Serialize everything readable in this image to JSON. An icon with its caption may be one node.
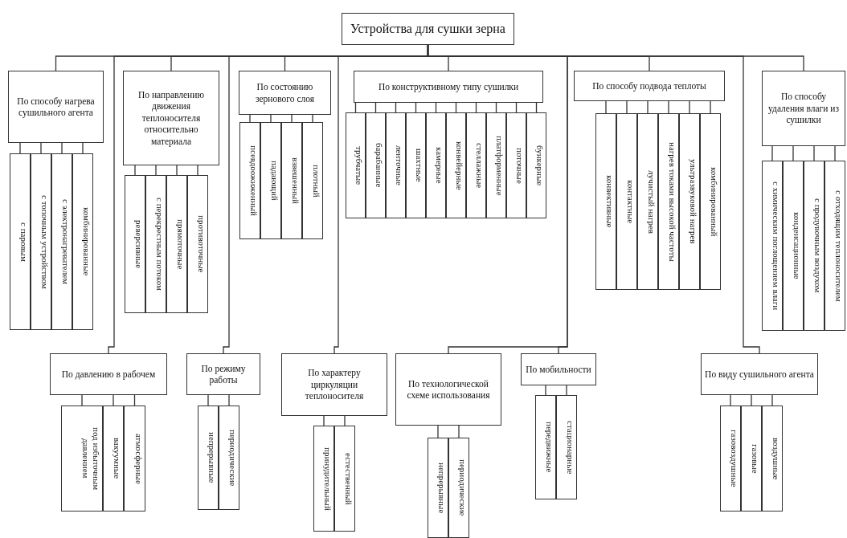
{
  "diagram": {
    "nodes": [
      {
        "text": [
          "Устройства для сушки зерна"
        ]
      },
      {
        "text": [
          "По способу нагрева сушильного агента"
        ]
      },
      {
        "text": [
          "с паровым"
        ]
      },
      {
        "text": [
          "с топочным устройством"
        ]
      },
      {
        "text": [
          "с электронагревателем"
        ]
      },
      {
        "text": [
          "комбинированные"
        ]
      },
      {
        "text": [
          "По направлению движения теплоносителя относительно материала"
        ]
      },
      {
        "text": [
          "реверсивные"
        ]
      },
      {
        "text": [
          "с перекрестным потоком"
        ]
      },
      {
        "text": [
          "прямоточные"
        ]
      },
      {
        "text": [
          "противоточные"
        ]
      },
      {
        "text": [
          "По состоянию зернового слоя"
        ]
      },
      {
        "text": [
          "псевдоожиженный"
        ]
      },
      {
        "text": [
          "падающий"
        ]
      },
      {
        "text": [
          "взвешенный"
        ]
      },
      {
        "text": [
          "плотный"
        ]
      },
      {
        "text": [
          "По конструктивному типу сушилки"
        ]
      },
      {
        "text": [
          "трубчатые"
        ]
      },
      {
        "text": [
          "барабанные"
        ]
      },
      {
        "text": [
          "ленточные"
        ]
      },
      {
        "text": [
          "шахтные"
        ]
      },
      {
        "text": [
          "камерные"
        ]
      },
      {
        "text": [
          "конвейерные"
        ]
      },
      {
        "text": [
          "стеллажные"
        ]
      },
      {
        "text": [
          "платформенные"
        ]
      },
      {
        "text": [
          "поточные"
        ]
      },
      {
        "text": [
          "бункерные"
        ]
      },
      {
        "text": [
          "По способу подвода теплоты"
        ]
      },
      {
        "text": [
          "конвективные"
        ]
      },
      {
        "text": [
          "контактные"
        ]
      },
      {
        "text": [
          "лучистый нагрев"
        ]
      },
      {
        "text": [
          "нагрев токами высокой частоты"
        ]
      },
      {
        "text": [
          "ультразвуковой нагрев"
        ]
      },
      {
        "text": [
          "комбинированный"
        ]
      },
      {
        "text": [
          "По способу удаления влаги из сушилки"
        ]
      },
      {
        "text": [
          "с химическим поглощением влаги"
        ]
      },
      {
        "text": [
          "конденсационные"
        ]
      },
      {
        "text": [
          "с продувочным воздухом"
        ]
      },
      {
        "text": [
          "с отходящим теплоносителем"
        ]
      },
      {
        "text": [
          "По давлению в рабочем"
        ]
      },
      {
        "text": [
          "под избыточным давлением"
        ]
      },
      {
        "text": [
          "вакуумные"
        ]
      },
      {
        "text": [
          "атмосферные"
        ]
      },
      {
        "text": [
          "По режиму работы"
        ]
      },
      {
        "text": [
          "непрерывные"
        ]
      },
      {
        "text": [
          "периодические"
        ]
      },
      {
        "text": [
          "По характеру циркуляции теплоносителя"
        ]
      },
      {
        "text": [
          "принудительный"
        ]
      },
      {
        "text": [
          "естественный"
        ]
      },
      {
        "text": [
          "По технологической схеме использования"
        ]
      },
      {
        "text": [
          "непрерывные"
        ]
      },
      {
        "text": [
          "периодические"
        ]
      },
      {
        "text": [
          "По мобильности"
        ]
      },
      {
        "text": [
          "передвижные"
        ]
      },
      {
        "text": [
          "стационарные"
        ]
      },
      {
        "text": [
          "По виду сушильного агента"
        ]
      },
      {
        "text": [
          "газовоздушные"
        ]
      },
      {
        "text": [
          "газовые"
        ]
      },
      {
        "text": [
          "воздушные"
        ]
      }
    ],
    "edges": [
      {
        "from": 0,
        "to": 1,
        "arrow": "none"
      },
      {
        "from": 0,
        "to": 6,
        "arrow": "none"
      },
      {
        "from": 0,
        "to": 11,
        "arrow": "none"
      },
      {
        "from": 0,
        "to": 16,
        "arrow": "none"
      },
      {
        "from": 0,
        "to": 27,
        "arrow": "none"
      },
      {
        "from": 0,
        "to": 34,
        "arrow": "none"
      },
      {
        "from": 0,
        "to": 39,
        "arrow": "none"
      },
      {
        "from": 0,
        "to": 43,
        "arrow": "none"
      },
      {
        "from": 0,
        "to": 46,
        "arrow": "none"
      },
      {
        "from": 0,
        "to": 49,
        "arrow": "none"
      },
      {
        "from": 0,
        "to": 52,
        "arrow": "none"
      },
      {
        "from": 0,
        "to": 55,
        "arrow": "none"
      },
      {
        "from": 1,
        "to": 2,
        "arrow": "none"
      },
      {
        "from": 1,
        "to": 3,
        "arrow": "none"
      },
      {
        "from": 1,
        "to": 4,
        "arrow": "none"
      },
      {
        "from": 1,
        "to": 5,
        "arrow": "none"
      },
      {
        "from": 6,
        "to": 7,
        "arrow": "none"
      },
      {
        "from": 6,
        "to": 8,
        "arrow": "none"
      },
      {
        "from": 6,
        "to": 9,
        "arrow": "none"
      },
      {
        "from": 6,
        "to": 10,
        "arrow": "none"
      },
      {
        "from": 11,
        "to": 12,
        "arrow": "none"
      },
      {
        "from": 11,
        "to": 13,
        "arrow": "none"
      },
      {
        "from": 11,
        "to": 14,
        "arrow": "none"
      },
      {
        "from": 11,
        "to": 15,
        "arrow": "none"
      },
      {
        "from": 16,
        "to": 17,
        "arrow": "none"
      },
      {
        "from": 16,
        "to": 18,
        "arrow": "none"
      },
      {
        "from": 16,
        "to": 19,
        "arrow": "none"
      },
      {
        "from": 16,
        "to": 20,
        "arrow": "none"
      },
      {
        "from": 16,
        "to": 21,
        "arrow": "none"
      },
      {
        "from": 16,
        "to": 22,
        "arrow": "none"
      },
      {
        "from": 16,
        "to": 23,
        "arrow": "none"
      },
      {
        "from": 16,
        "to": 24,
        "arrow": "none"
      },
      {
        "from": 16,
        "to": 25,
        "arrow": "none"
      },
      {
        "from": 16,
        "to": 26,
        "arrow": "none"
      },
      {
        "from": 27,
        "to": 28,
        "arrow": "none"
      },
      {
        "from": 27,
        "to": 29,
        "arrow": "none"
      },
      {
        "from": 27,
        "to": 30,
        "arrow": "none"
      },
      {
        "from": 27,
        "to": 31,
        "arrow": "none"
      },
      {
        "from": 27,
        "to": 32,
        "arrow": "none"
      },
      {
        "from": 27,
        "to": 33,
        "arrow": "none"
      },
      {
        "from": 34,
        "to": 35,
        "arrow": "none"
      },
      {
        "from": 34,
        "to": 36,
        "arrow": "none"
      },
      {
        "from": 34,
        "to": 37,
        "arrow": "none"
      },
      {
        "from": 34,
        "to": 38,
        "arrow": "none"
      },
      {
        "from": 39,
        "to": 40,
        "arrow": "none"
      },
      {
        "from": 39,
        "to": 41,
        "arrow": "none"
      },
      {
        "from": 39,
        "to": 42,
        "arrow": "none"
      },
      {
        "from": 43,
        "to": 44,
        "arrow": "none"
      },
      {
        "from": 43,
        "to": 45,
        "arrow": "none"
      },
      {
        "from": 46,
        "to": 47,
        "arrow": "none"
      },
      {
        "from": 46,
        "to": 48,
        "arrow": "none"
      },
      {
        "from": 49,
        "to": 50,
        "arrow": "none"
      },
      {
        "from": 49,
        "to": 51,
        "arrow": "none"
      },
      {
        "from": 52,
        "to": 53,
        "arrow": "none"
      },
      {
        "from": 52,
        "to": 54,
        "arrow": "none"
      },
      {
        "from": 55,
        "to": 56,
        "arrow": "none"
      },
      {
        "from": 55,
        "to": 57,
        "arrow": "none"
      },
      {
        "from": 55,
        "to": 58,
        "arrow": "none"
      }
    ]
  }
}
